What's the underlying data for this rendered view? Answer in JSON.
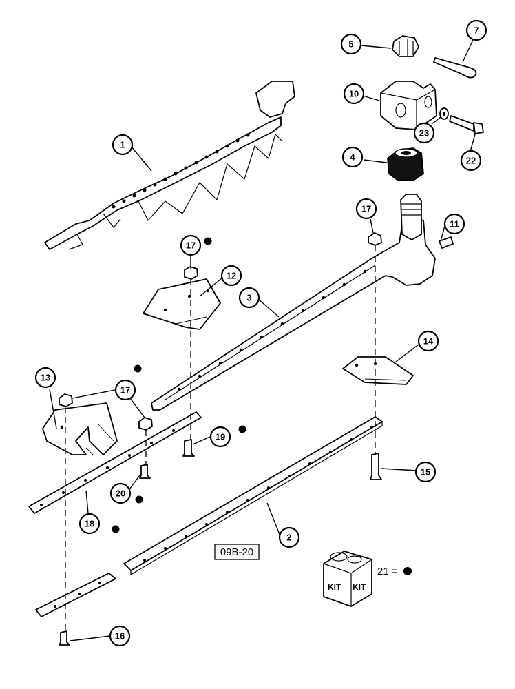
{
  "callouts": [
    {
      "n": "1"
    },
    {
      "n": "2"
    },
    {
      "n": "3"
    },
    {
      "n": "4"
    },
    {
      "n": "5"
    },
    {
      "n": "7"
    },
    {
      "n": "10"
    },
    {
      "n": "11"
    },
    {
      "n": "12"
    },
    {
      "n": "13"
    },
    {
      "n": "14"
    },
    {
      "n": "15"
    },
    {
      "n": "16"
    },
    {
      "n": "17"
    },
    {
      "n": "17"
    },
    {
      "n": "17"
    },
    {
      "n": "18"
    },
    {
      "n": "19"
    },
    {
      "n": "20"
    },
    {
      "n": "22"
    },
    {
      "n": "23"
    }
  ],
  "figure_ref": "09B-20",
  "kit": {
    "box_text_left": "KIT",
    "box_text_right": "KIT",
    "legend": "21 ="
  }
}
